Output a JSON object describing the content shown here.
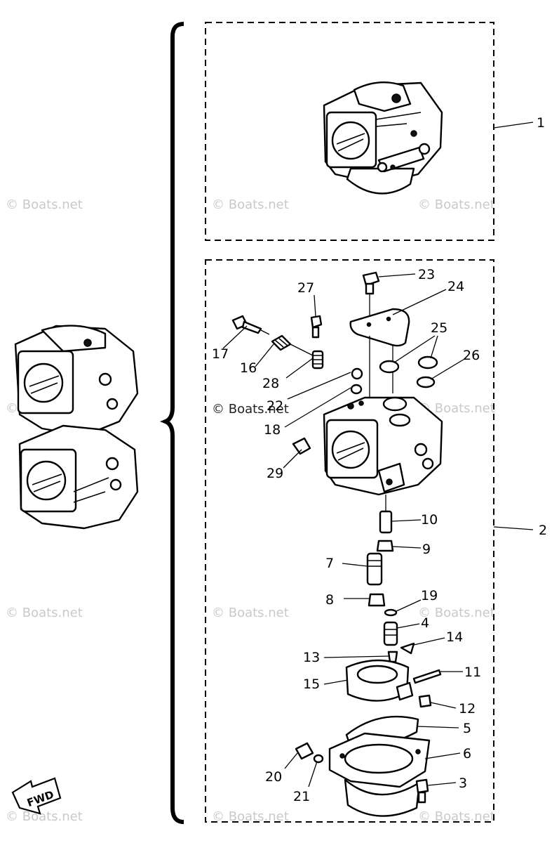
{
  "diagram": {
    "assembly_label": "1",
    "exploded_label": "2",
    "fwd_label": "FWD",
    "watermark": "© Boats.net",
    "callouts": {
      "c3": "3",
      "c4": "4",
      "c5": "5",
      "c6": "6",
      "c7": "7",
      "c8": "8",
      "c9": "9",
      "c10": "10",
      "c11": "11",
      "c12": "12",
      "c13": "13",
      "c14": "14",
      "c15": "15",
      "c16": "16",
      "c17": "17",
      "c18": "18",
      "c19": "19",
      "c20": "20",
      "c21": "21",
      "c22": "22",
      "c23": "23",
      "c24": "24",
      "c25": "25",
      "c26": "26",
      "c27": "27",
      "c28": "28",
      "c29": "29"
    }
  }
}
